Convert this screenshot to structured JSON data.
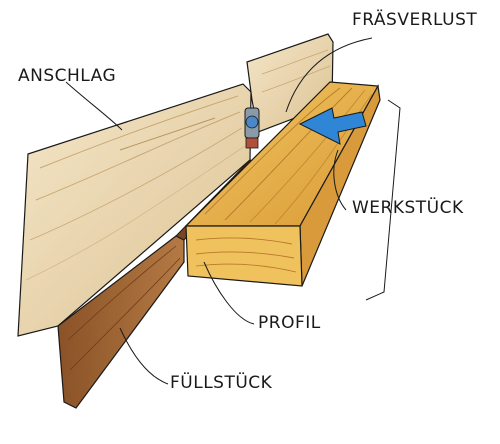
{
  "labels": {
    "fence": "ANSCHLAG",
    "cut_loss": "FRÄSVERLUST",
    "workpiece": "WERKSTÜCK",
    "profile": "PROFIL",
    "filler": "FÜLLSTÜCK"
  },
  "colors": {
    "fence_wood": "#ecd7ae",
    "fence_grain": "#c9a874",
    "workpiece_top": "#e6b04a",
    "workpiece_end": "#f0c25e",
    "workpiece_grain": "#b8792a",
    "filler_face": "#a66a38",
    "filler_edge": "#7a4522",
    "arrow": "#2f86d6",
    "cutter": "#8a9aa8",
    "ink": "#1a1a1a"
  },
  "icons": {
    "feed_direction": "arrow-left-icon",
    "router_cutter": "router-bit-icon"
  }
}
